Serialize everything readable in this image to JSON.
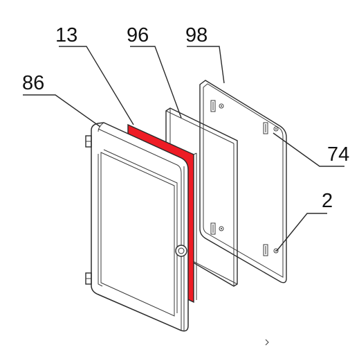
{
  "callouts": {
    "c13": "13",
    "c96": "96",
    "c98": "98",
    "c86": "86",
    "c74": "74",
    "c2": "2"
  },
  "colors": {
    "gasket": "#ee1c25",
    "line": "#2a2a2a",
    "background": "#ffffff"
  }
}
